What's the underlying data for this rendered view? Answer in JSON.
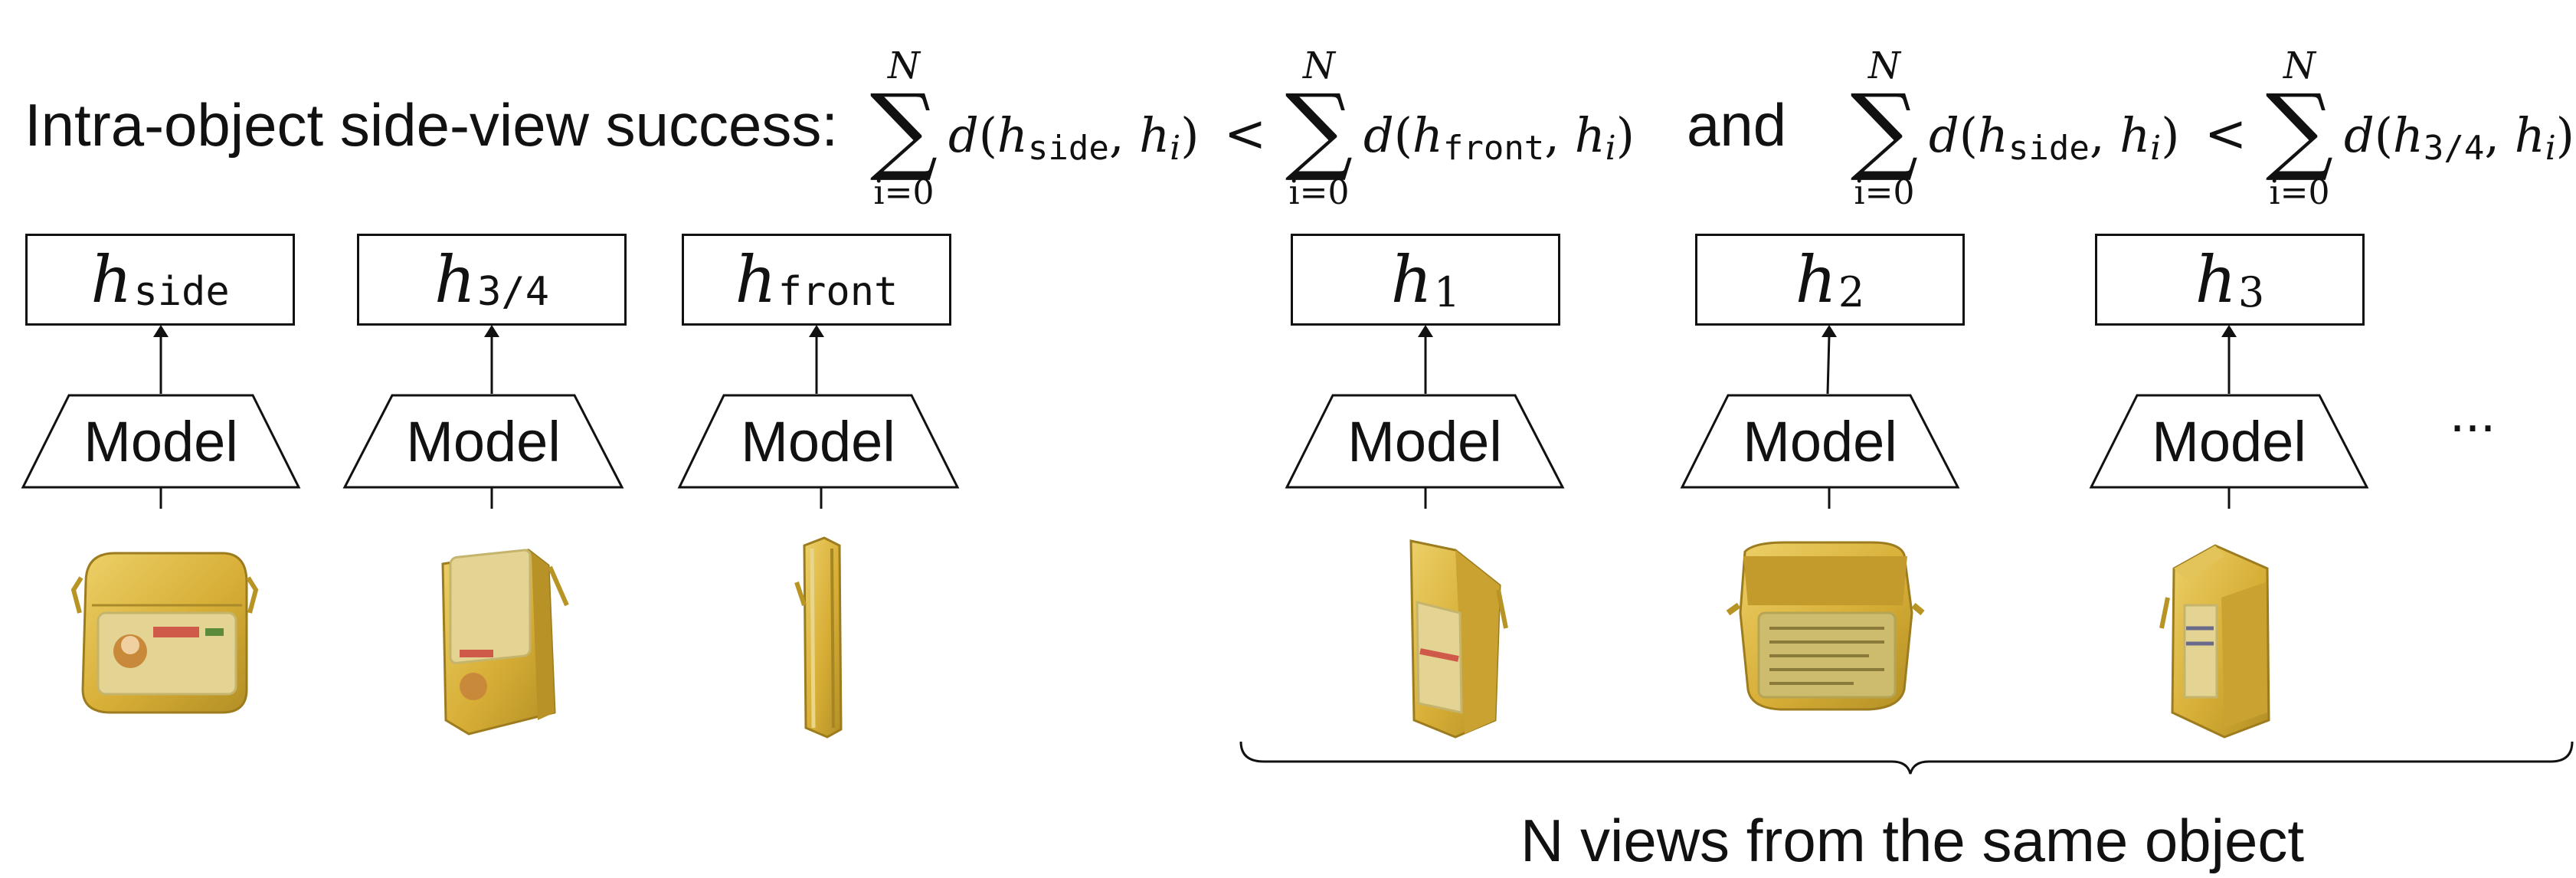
{
  "headline": "Intra-object side-view success:",
  "conjunction": "and",
  "formula": {
    "sum_upper": "N",
    "sum_lower": "i=0",
    "distance_fn": "d",
    "lt": "<",
    "left_expr": {
      "first": {
        "a": "side",
        "b": "i"
      },
      "second": {
        "a": "front",
        "b": "i"
      }
    },
    "right_expr": {
      "first": {
        "a": "side",
        "b": "i"
      },
      "second": {
        "a": "3/4",
        "b": "i"
      }
    }
  },
  "outputs": [
    {
      "sub": "side",
      "mono": true
    },
    {
      "sub": "3/4",
      "mono": true
    },
    {
      "sub": "front",
      "mono": true
    },
    {
      "sub": "1",
      "mono": false
    },
    {
      "sub": "2",
      "mono": false
    },
    {
      "sub": "3",
      "mono": false
    }
  ],
  "h_symbol": "h",
  "model_label": "Model",
  "ellipsis": "...",
  "brace_caption": "N views from the same object",
  "colors": {
    "stroke": "#111111",
    "bag_body": "#d9b23a",
    "bag_light": "#e8c85a",
    "bag_shadow": "#a98722",
    "bag_pocket": "#e6d9a0"
  },
  "images": [
    {
      "view": "side",
      "icon": "yellow-bag-front-icon"
    },
    {
      "view": "3/4",
      "icon": "yellow-bag-three-quarter-icon"
    },
    {
      "view": "front",
      "icon": "yellow-bag-edge-icon"
    },
    {
      "view": "1",
      "icon": "yellow-bag-angled-icon"
    },
    {
      "view": "2",
      "icon": "yellow-bag-back-icon"
    },
    {
      "view": "3",
      "icon": "yellow-bag-side-icon"
    }
  ]
}
